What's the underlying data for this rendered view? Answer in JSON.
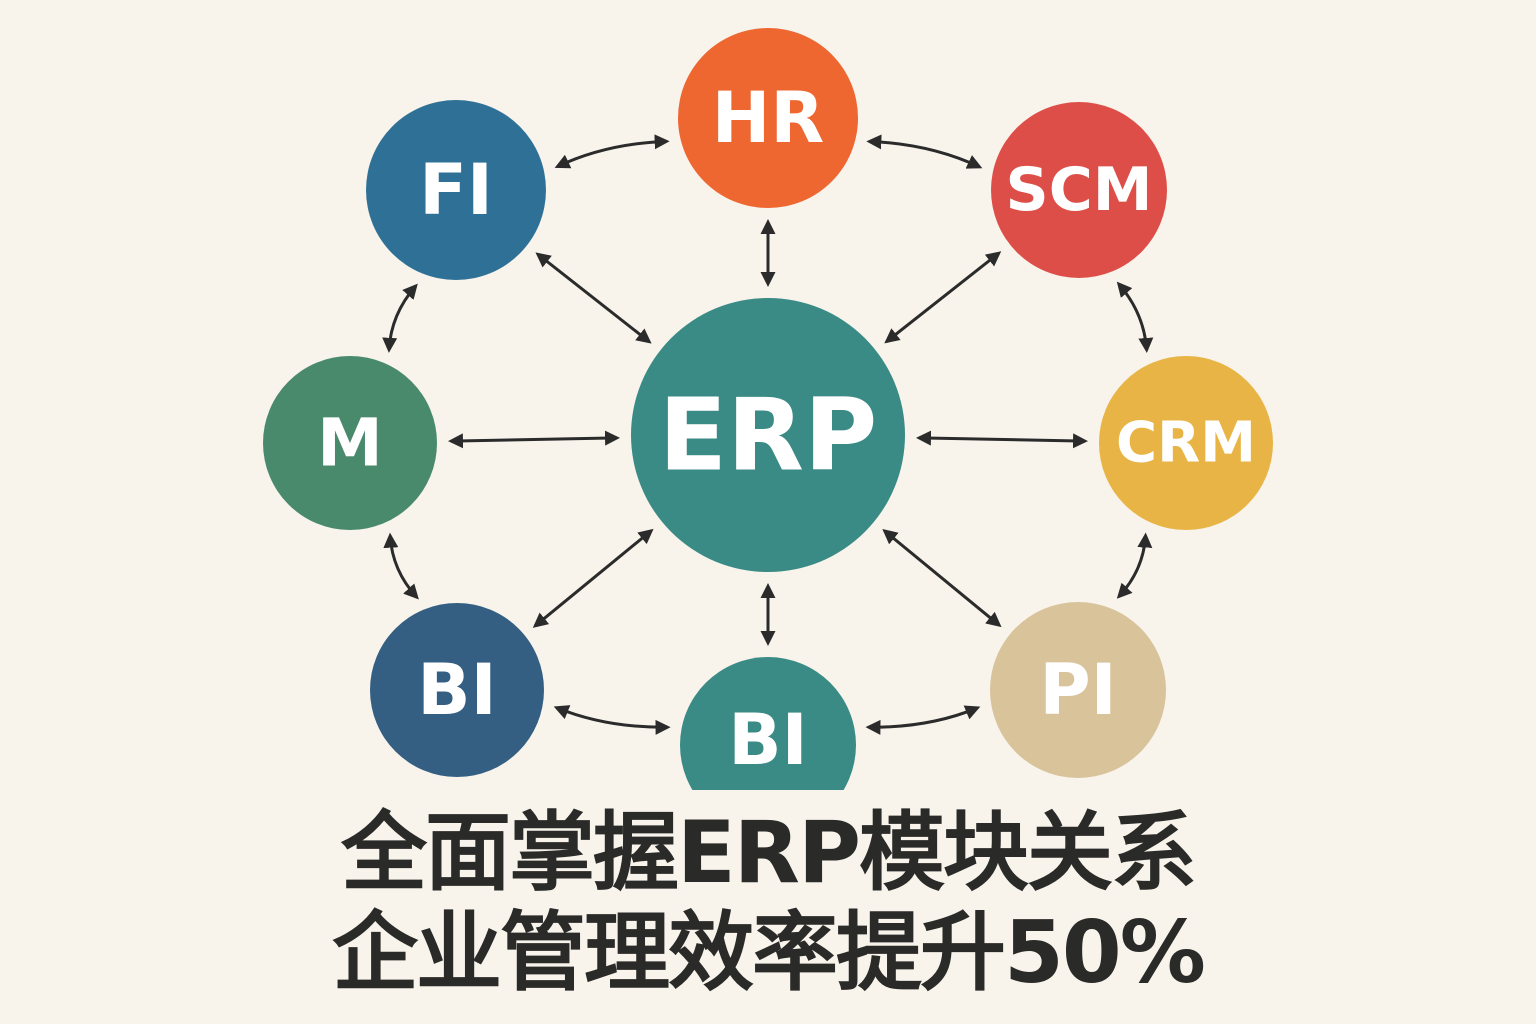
{
  "nodes": [
    {
      "id": "hr",
      "label": "HR",
      "color": "#EE6630"
    },
    {
      "id": "fi",
      "label": "FI",
      "color": "#2F7196"
    },
    {
      "id": "scm",
      "label": "SCM",
      "color": "#DD4E48"
    },
    {
      "id": "m",
      "label": "M",
      "color": "#4A8A6C"
    },
    {
      "id": "erp",
      "label": "ERP",
      "color": "#3A8A85"
    },
    {
      "id": "crm",
      "label": "CRM",
      "color": "#E8B445"
    },
    {
      "id": "bi1",
      "label": "BI",
      "color": "#345F83"
    },
    {
      "id": "bi2",
      "label": "BI",
      "color": "#3A8A85"
    },
    {
      "id": "pi",
      "label": "PI",
      "color": "#D8C39A"
    }
  ],
  "edges": [
    [
      "fi",
      "hr"
    ],
    [
      "hr",
      "scm"
    ],
    [
      "hr",
      "erp"
    ],
    [
      "fi",
      "erp"
    ],
    [
      "scm",
      "erp"
    ],
    [
      "fi",
      "m"
    ],
    [
      "scm",
      "crm"
    ],
    [
      "m",
      "erp"
    ],
    [
      "erp",
      "crm"
    ],
    [
      "m",
      "bi1"
    ],
    [
      "crm",
      "pi"
    ],
    [
      "erp",
      "bi1"
    ],
    [
      "erp",
      "pi"
    ],
    [
      "erp",
      "bi2"
    ],
    [
      "bi1",
      "bi2"
    ],
    [
      "bi2",
      "pi"
    ]
  ],
  "title": {
    "line1": "全面掌握ERP模块关系",
    "line2": "企业管理效率提升50%"
  }
}
